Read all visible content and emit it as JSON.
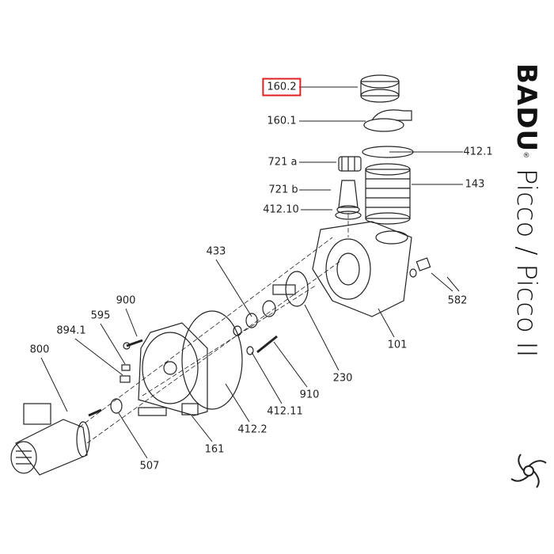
{
  "brand": {
    "name": "BADU",
    "registered": "®",
    "model": "Picco / Picco II"
  },
  "highlight_color": "#e02020",
  "parts": [
    {
      "id": "p160_2",
      "label": "160.2",
      "highlighted": true
    },
    {
      "id": "p160_1",
      "label": "160.1"
    },
    {
      "id": "p412_1",
      "label": "412.1"
    },
    {
      "id": "p721a",
      "label": "721 a"
    },
    {
      "id": "p143",
      "label": "143"
    },
    {
      "id": "p721b",
      "label": "721 b"
    },
    {
      "id": "p412_10",
      "label": "412.10"
    },
    {
      "id": "p433",
      "label": "433"
    },
    {
      "id": "p582",
      "label": "582"
    },
    {
      "id": "p900",
      "label": "900"
    },
    {
      "id": "p595",
      "label": "595"
    },
    {
      "id": "p894_1",
      "label": "894.1"
    },
    {
      "id": "p800",
      "label": "800"
    },
    {
      "id": "p101",
      "label": "101"
    },
    {
      "id": "p230",
      "label": "230"
    },
    {
      "id": "p910",
      "label": "910"
    },
    {
      "id": "p412_11",
      "label": "412.11"
    },
    {
      "id": "p412_2",
      "label": "412.2"
    },
    {
      "id": "p161",
      "label": "161"
    },
    {
      "id": "p507",
      "label": "507"
    }
  ]
}
